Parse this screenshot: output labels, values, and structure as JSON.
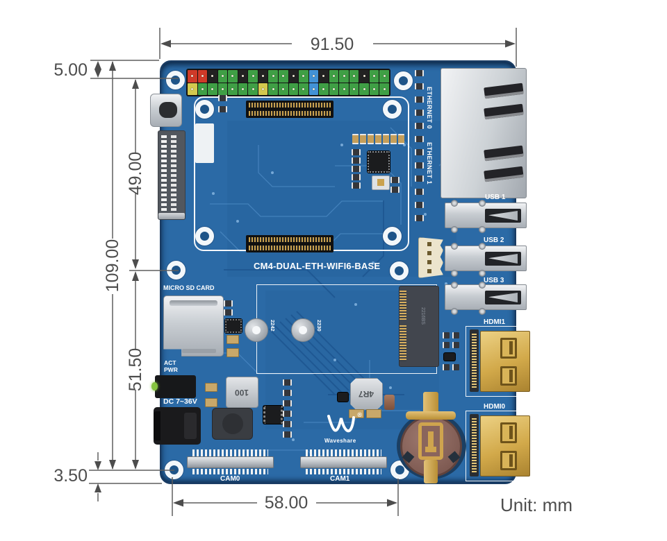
{
  "unit_label": "Unit: mm",
  "dimensions": {
    "board_width": "91.50",
    "gpio_offset_top": "5.00",
    "cm4_zone_height": "49.00",
    "board_height": "109.00",
    "lower_zone_height": "51.50",
    "hole_offset_bottom": "3.50",
    "cam_hole_span": "58.00"
  },
  "board": {
    "title": "CM4-DUAL-ETH-WIFI6-BASE",
    "brand": "Waveshare",
    "registered_mark": "®",
    "labels": {
      "ethernet0": "ETHERNET 0",
      "ethernet1": "ETHERNET 1",
      "usb1": "USB 1",
      "usb2": "USB 2",
      "usb3": "USB 3",
      "hdmi1": "HDMI1",
      "hdmi0": "HDMI0",
      "micro_sd": "MICRO SD CARD",
      "act": "ACT",
      "pwr": "PWR",
      "dc_input": "DC 7~36V",
      "cam0": "CAM0",
      "cam1": "CAM1",
      "m2_standoff_2242": "2242",
      "m2_standoff_2230": "2230",
      "inductor_100": "100",
      "inductor_4r7": "4R7",
      "m2_slot_marking": "2216BS"
    },
    "gpio": {
      "top_row": [
        "red",
        "red",
        "black",
        "green",
        "green",
        "black",
        "green",
        "black",
        "green",
        "green",
        "black",
        "green",
        "blue",
        "black",
        "green",
        "green",
        "green",
        "black",
        "green",
        "green"
      ],
      "bottom_row": [
        "yellow",
        "green",
        "green",
        "green",
        "green",
        "green",
        "green",
        "yellow",
        "green",
        "green",
        "green",
        "green",
        "blue",
        "green",
        "green",
        "green",
        "green",
        "green",
        "green",
        "green"
      ]
    },
    "colors": {
      "pcb_blue": "#2b6aa6",
      "pcb_edge": "#1a3c63",
      "trace_light": "#4c8ac4",
      "trace_dark": "#1d5590",
      "silk_white": "#f3f7fa",
      "gold": "#caa24f",
      "silver": "#c9ced3",
      "battery_brown": "#8b685f",
      "led_green": "#86c440",
      "dimension_gray": "#4d4d4d",
      "pin_red": "#cf3a28",
      "pin_green": "#3f9f45",
      "pin_yellow": "#d3c94e",
      "pin_blue": "#4292d6"
    }
  }
}
